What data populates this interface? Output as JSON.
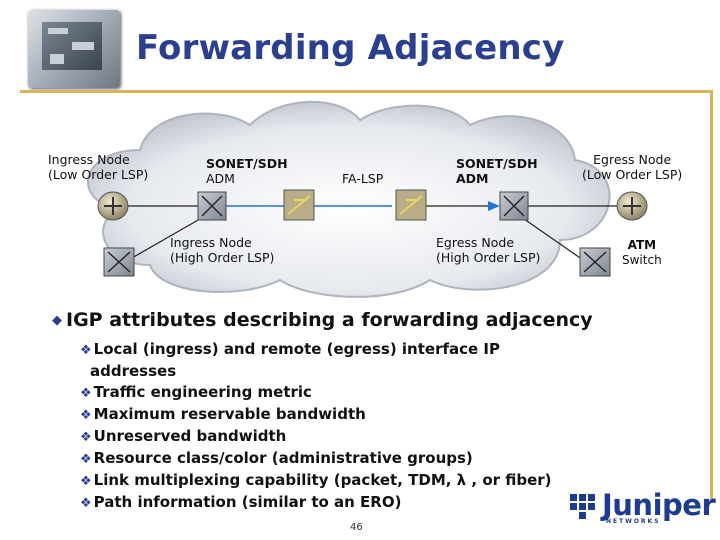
{
  "slide": {
    "title": "Forwarding Adjacency",
    "page_number": "46",
    "logo_text": "Juniper",
    "logo_subtext": "NETWORKS",
    "colors": {
      "title": "#2a3f8f",
      "rule": "#d9b25c",
      "cloud": "#d8dce4",
      "lsp_arrow": "#1e73d8"
    }
  },
  "diagram": {
    "labels": {
      "ingress_low": [
        "Ingress Node",
        "(Low Order LSP)"
      ],
      "egress_low": [
        "Egress Node",
        "(Low Order LSP)"
      ],
      "sonet_left": [
        "SONET/SDH",
        "ADM"
      ],
      "sonet_right": [
        "SONET/SDH",
        "ADM"
      ],
      "fa_lsp": "FA-LSP",
      "ingress_high": [
        "Ingress Node",
        "(High Order LSP)"
      ],
      "egress_high": [
        "Egress Node",
        "(High Order LSP)"
      ],
      "atm_switch": [
        "ATM",
        "Switch"
      ]
    }
  },
  "content": {
    "main_bullet": "IGP attributes describing a forwarding adjacency",
    "sub_bullets": [
      "Local (ingress) and remote (egress) interface IP",
      "addresses",
      "Traffic engineering metric",
      "Maximum reservable bandwidth",
      "Unreserved bandwidth",
      "Resource class/color (administrative groups)",
      "Link multiplexing capability (packet, TDM, λ , or fiber)",
      "Path information (similar to an ERO)"
    ]
  }
}
